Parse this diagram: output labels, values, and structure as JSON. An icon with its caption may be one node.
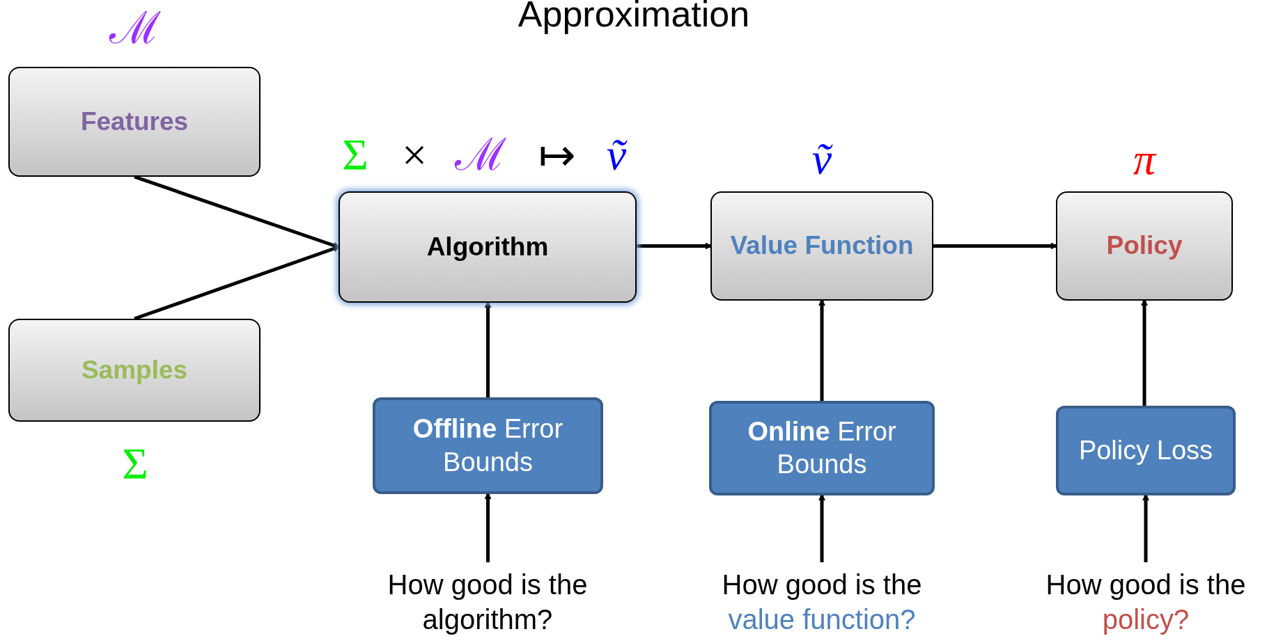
{
  "diagram": {
    "title": "Approximation",
    "nodes": [
      {
        "text": [
          "Features"
        ]
      },
      {
        "text": [
          "Samples"
        ]
      },
      {
        "text": [
          "Algorithm"
        ]
      },
      {
        "text": [
          "Value Function"
        ]
      },
      {
        "text": [
          "Policy"
        ]
      },
      {
        "text": [
          "**Offline** Error Bounds"
        ]
      },
      {
        "text": [
          "**Online** Error Bounds"
        ]
      },
      {
        "text": [
          "Policy Loss"
        ]
      },
      {
        "text": [
          "How good is the",
          "algorithm?"
        ]
      },
      {
        "text": [
          "How good is the",
          "value function?"
        ]
      },
      {
        "text": [
          "How good is the",
          "policy?"
        ]
      }
    ],
    "edges": [
      {
        "from": 0,
        "to": 2,
        "arrow": "to"
      },
      {
        "from": 1,
        "to": 2,
        "arrow": "to"
      },
      {
        "from": 2,
        "to": 3,
        "arrow": "to"
      },
      {
        "from": 3,
        "to": 4,
        "arrow": "to"
      },
      {
        "from": 5,
        "to": 2,
        "arrow": "to"
      },
      {
        "from": 6,
        "to": 3,
        "arrow": "to"
      },
      {
        "from": 7,
        "to": 4,
        "arrow": "to"
      },
      {
        "from": 8,
        "to": 5,
        "arrow": "to"
      },
      {
        "from": 9,
        "to": 6,
        "arrow": "to"
      },
      {
        "from": 10,
        "to": 7,
        "arrow": "to"
      }
    ],
    "labels": [
      "ℳ",
      "Σ",
      "×",
      "ℳ",
      "↦",
      "ṽ",
      "ṽ",
      "π",
      "Σ"
    ]
  }
}
